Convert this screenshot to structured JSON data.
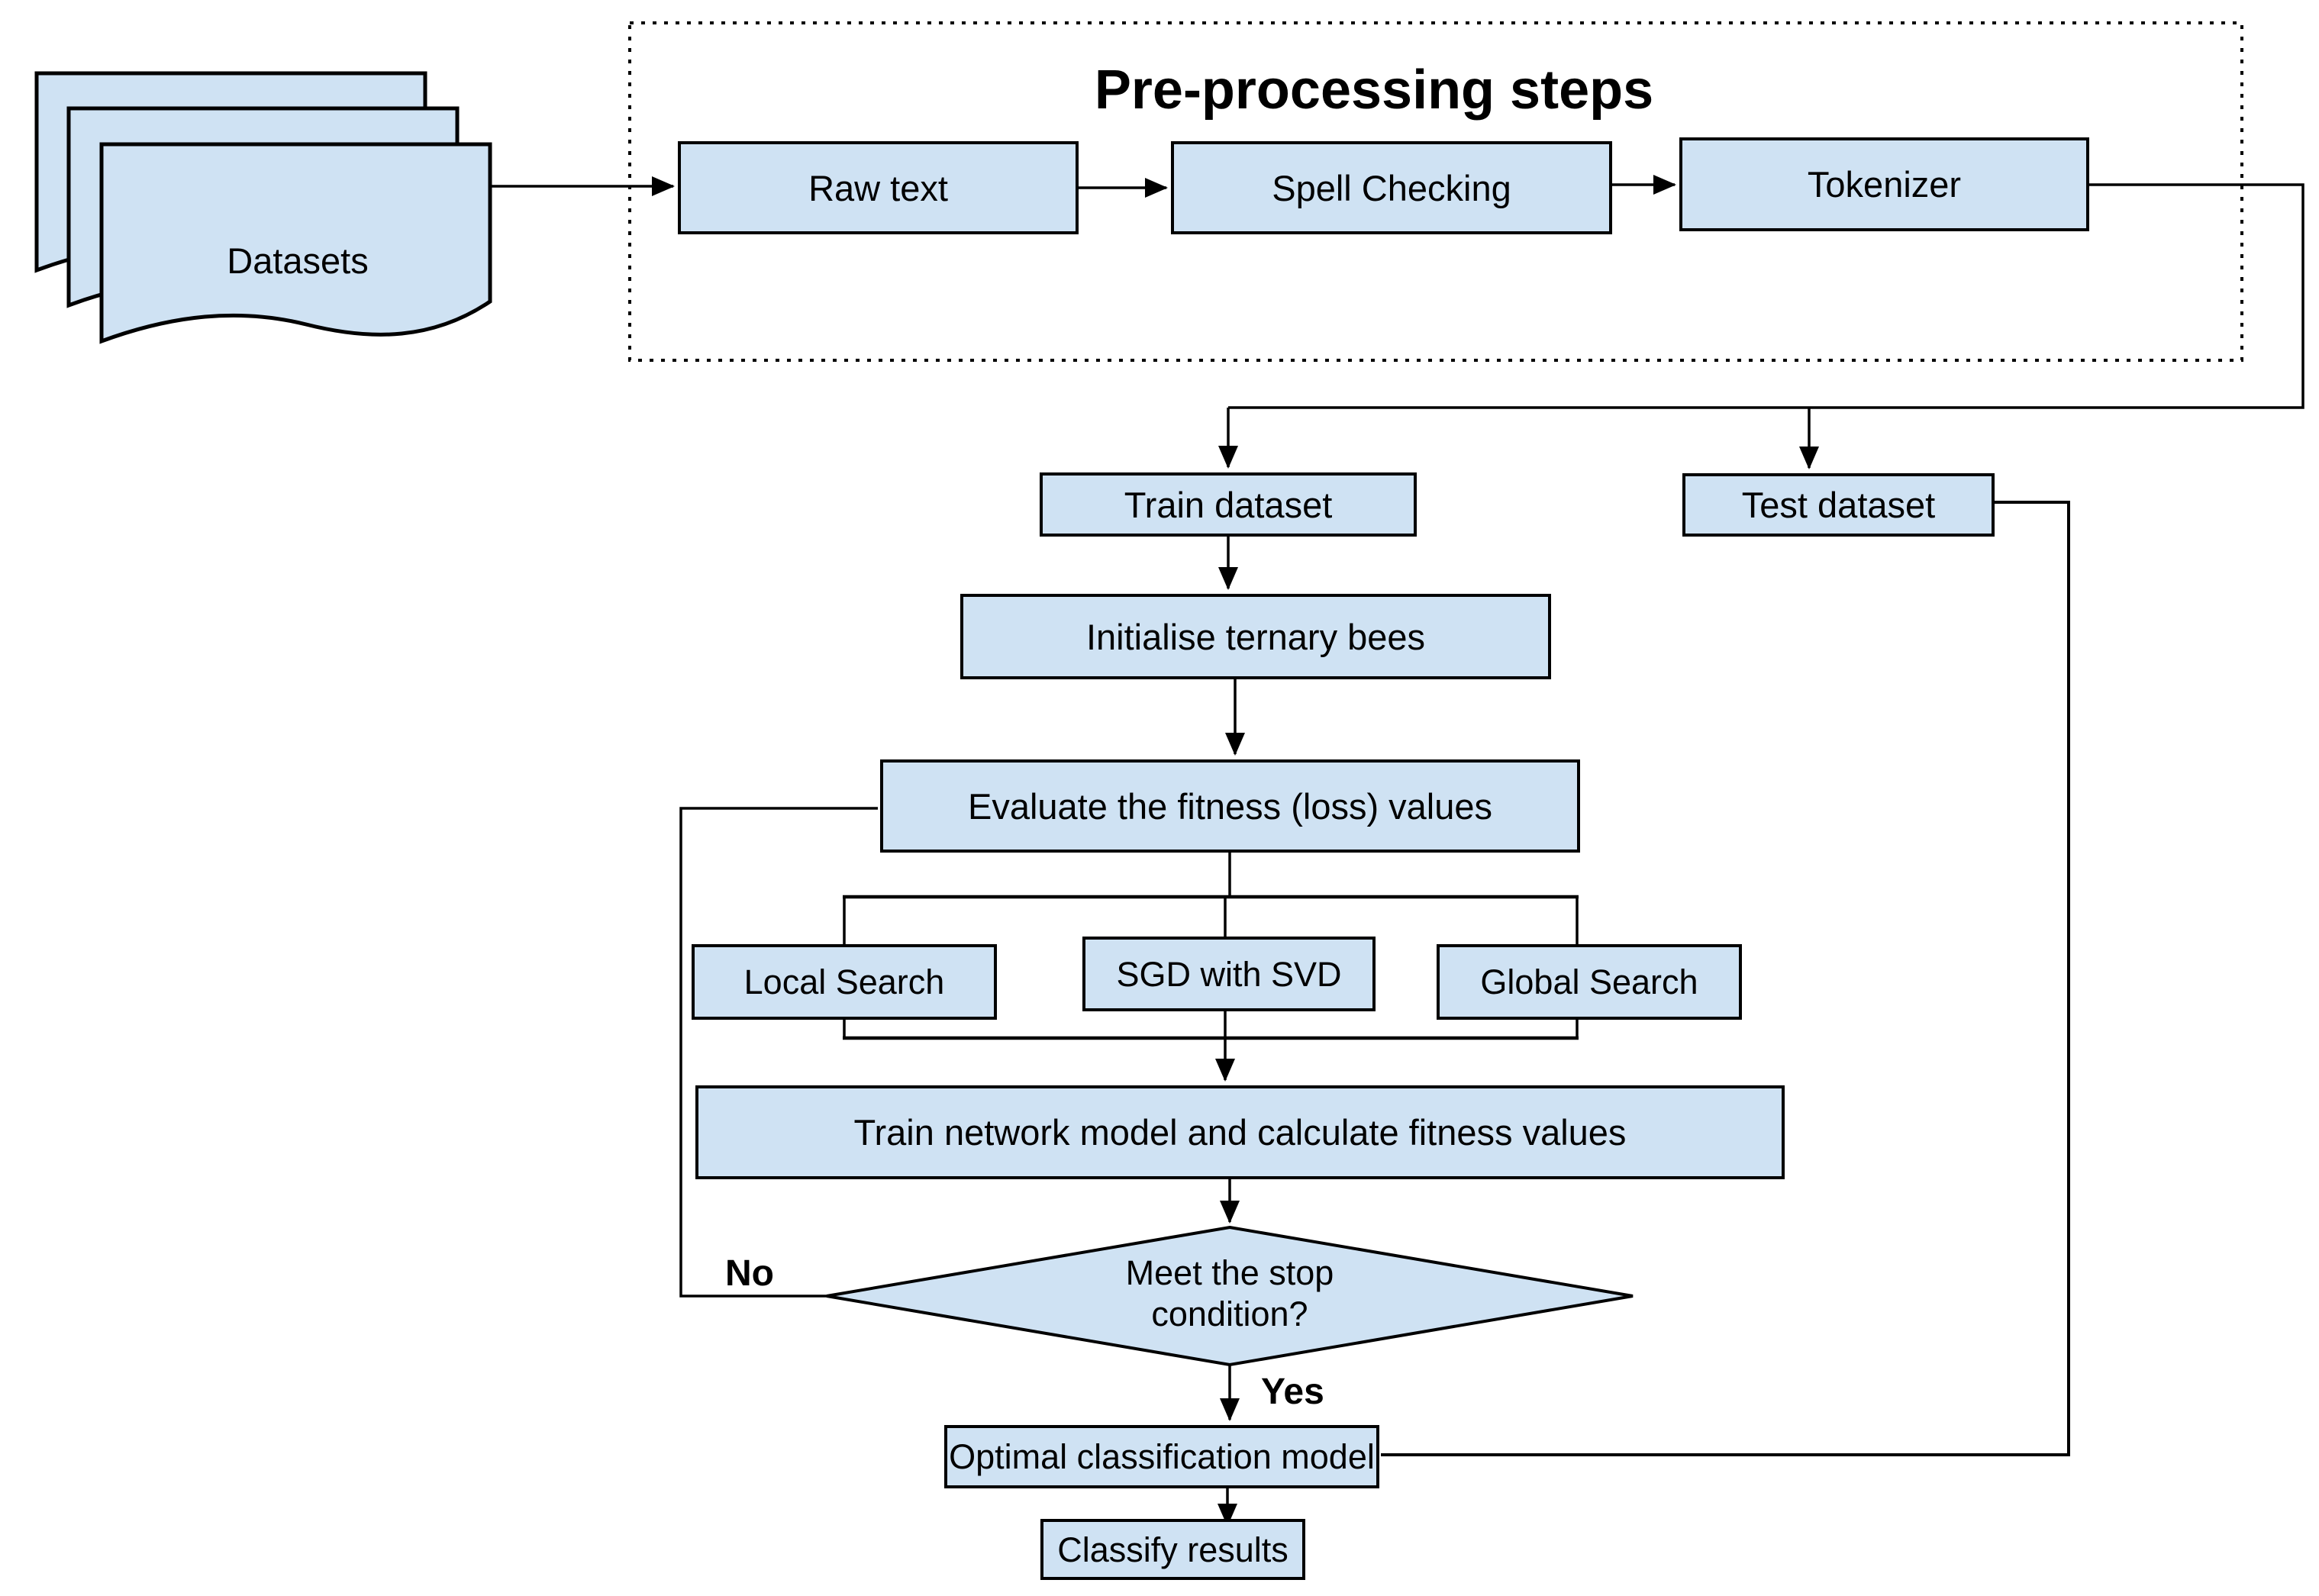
{
  "colors": {
    "node_fill": "#cfe2f3",
    "node_border": "#000000",
    "connector": "#000000",
    "canvas": "#ffffff"
  },
  "datasets": {
    "label": "Datasets"
  },
  "preprocessing": {
    "title": "Pre-processing steps",
    "steps": [
      {
        "label": "Raw text"
      },
      {
        "label": "Spell Checking"
      },
      {
        "label": "Tokenizer"
      }
    ]
  },
  "flow": {
    "train_dataset": "Train dataset",
    "test_dataset": "Test dataset",
    "initialise": "Initialise ternary bees",
    "evaluate": "Evaluate the fitness (loss) values",
    "local_search": "Local Search",
    "sgd": "SGD with SVD",
    "global_search": "Global Search",
    "train_network": "Train network model and calculate fitness values",
    "decision_line1": "Meet the stop",
    "decision_line2": "condition?",
    "no_label": "No",
    "yes_label": "Yes",
    "optimal": "Optimal classification model",
    "classify": "Classify results"
  }
}
